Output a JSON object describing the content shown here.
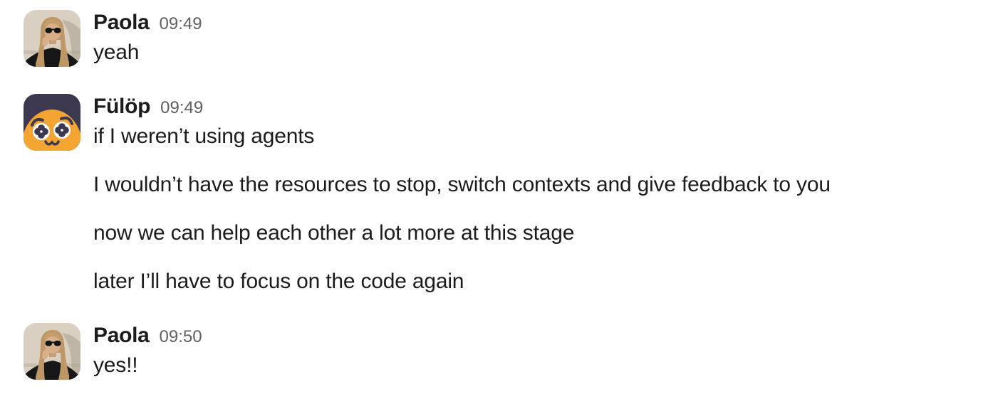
{
  "messages": [
    {
      "author": "Paola",
      "time": "09:49",
      "avatar_icon": "woman-sunglasses-photo-avatar",
      "lines": [
        "yeah"
      ]
    },
    {
      "author": "Fülöp",
      "time": "09:49",
      "avatar_icon": "pleading-face-clover-eyes-emoji-avatar",
      "lines": [
        "if I weren’t using agents",
        "I wouldn’t have the resources to stop, switch contexts and give feedback to you",
        "now we can help each other a lot more at this stage",
        "later I’ll have to focus on the code again"
      ]
    },
    {
      "author": "Paola",
      "time": "09:50",
      "avatar_icon": "woman-sunglasses-photo-avatar",
      "lines": [
        "yes!!"
      ]
    }
  ],
  "colors": {
    "background": "#ffffff",
    "message_text": "#1d1c1d",
    "author_name": "#1d1c1d",
    "timestamp": "#616061",
    "fulop_avatar_background": "#3b3850",
    "fulop_avatar_face": "#f4a431",
    "paola_avatar_background": "#d9d0c1"
  }
}
